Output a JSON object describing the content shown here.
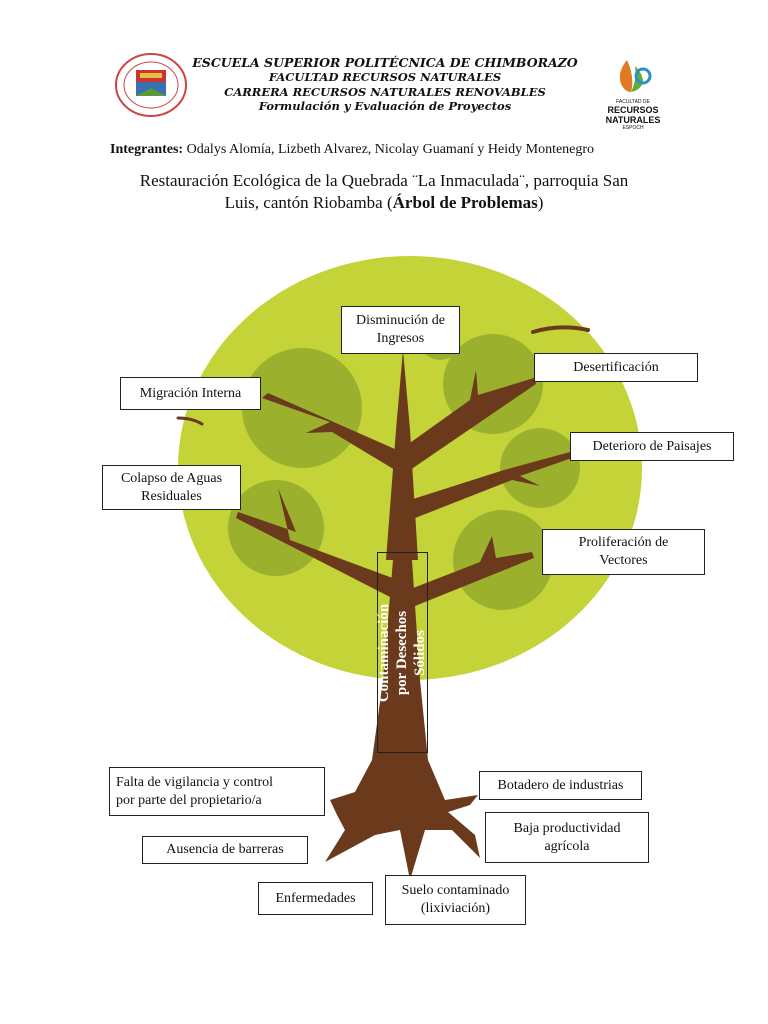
{
  "header": {
    "institution": "ESCUELA SUPERIOR POLITÉCNICA DE CHIMBORAZO",
    "faculty": "FACULTAD RECURSOS NATURALES",
    "career": "CARRERA RECURSOS NATURALES RENOVABLES",
    "course": "Formulación y Evaluación de Proyectos",
    "logo_right_line1": "FACULTAD DE",
    "logo_right_line2": "RECURSOS NATURALES",
    "logo_right_line3": "ESPOCH"
  },
  "members": {
    "label": "Integrantes:",
    "names": "Odalys Alomía, Lizbeth Alvarez, Nicolay Guamaní y Heidy Montenegro"
  },
  "title": {
    "line1": "Restauración Ecológica de la Quebrada ¨La Inmaculada¨, parroquia San",
    "line2_prefix": "Luis, cantón Riobamba (",
    "line2_bold": "Árbol de Problemas",
    "line2_suffix": ")"
  },
  "colors": {
    "canopy": "#c3d338",
    "canopy_dark": "#9bb12e",
    "trunk": "#6b3a1c",
    "mark": "#6b3a1c"
  },
  "diagram": {
    "central_problem": "Contaminación por Desechos Sólidos",
    "effects": {
      "ingresos": "Disminución de\nIngresos",
      "desertificacion": "Desertificación",
      "migracion": "Migración Interna",
      "paisajes": "Deterioro de Paisajes",
      "aguas": "Colapso de Aguas\nResiduales",
      "vectores": "Proliferación de\nVectores"
    },
    "causes": {
      "vigilancia": "Falta de vigilancia y control\npor parte del propietario/a",
      "botadero": "Botadero de industrias",
      "productividad": "Baja productividad\nagrícola",
      "barreras": "Ausencia de barreras",
      "enfermedades": "Enfermedades",
      "suelo": "Suelo contaminado\n(lixiviación)"
    }
  }
}
